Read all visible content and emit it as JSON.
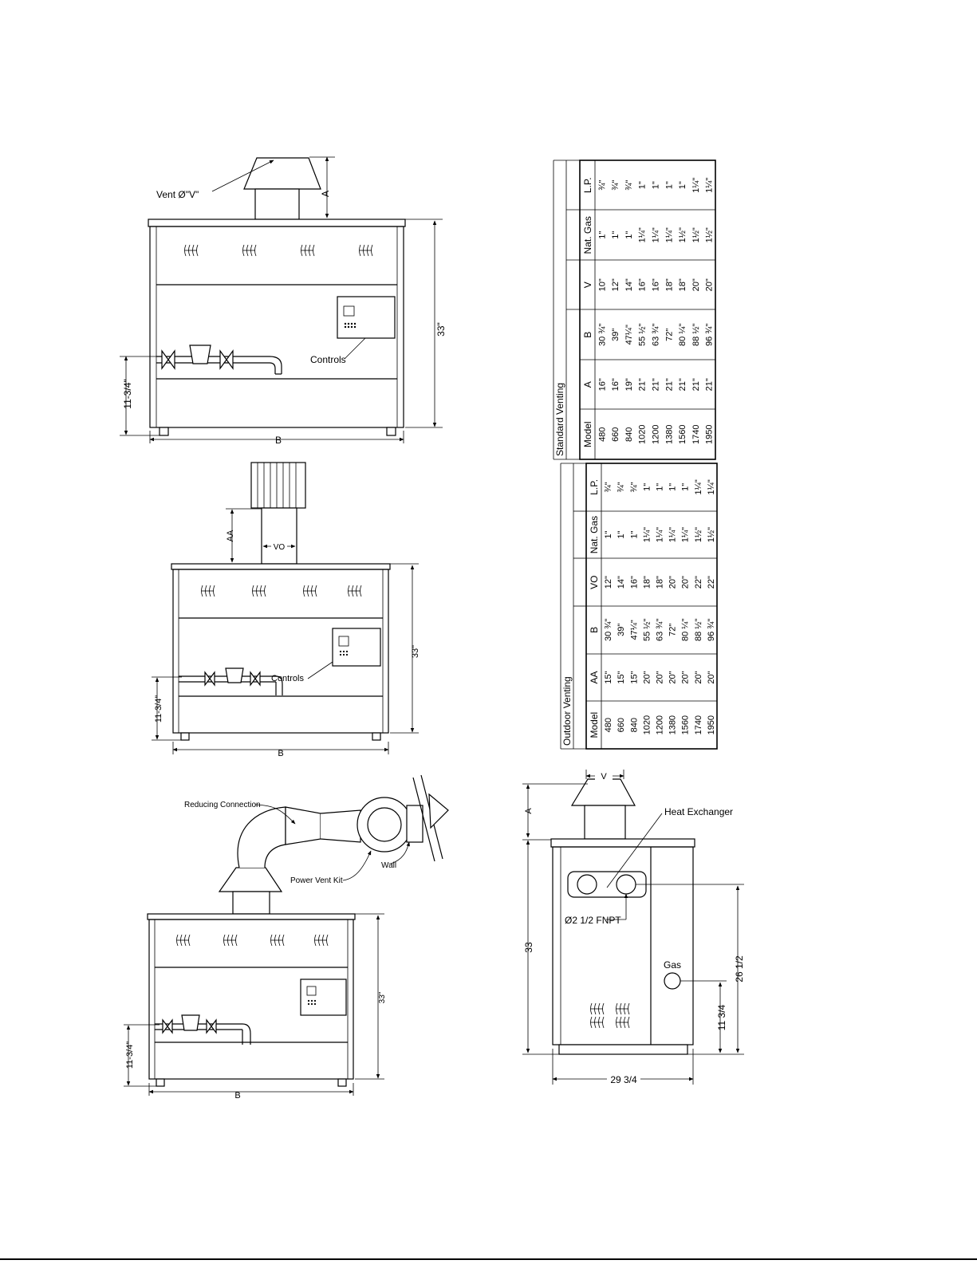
{
  "diagram1": {
    "vent_label": "Vent Ø\"V\"",
    "dim_a": "A",
    "dim_height": "33\"",
    "dim_gas": "11-3/4\"",
    "dim_b": "B",
    "controls": "Controls"
  },
  "diagram2": {
    "dim_aa": "AA",
    "dim_vo": "VO",
    "dim_height": "33\"",
    "dim_gas": "11-3/4\"",
    "dim_b": "B",
    "controls": "Controls"
  },
  "diagram3": {
    "reducing": "Reducing Connection",
    "power_vent": "Power Vent Kit",
    "wall": "Wall",
    "dim_height": "33\"",
    "dim_gas": "11-3/4\"",
    "dim_b": "B"
  },
  "diagram4": {
    "dim_v": "V",
    "dim_a": "A",
    "heat_exchanger": "Heat Exchanger",
    "connection": "Ø2 1/2 FNPT",
    "gas": "Gas",
    "dim_33": "33",
    "dim_26": "26 1/2",
    "dim_11": "11 3/4",
    "dim_width": "29 3/4"
  },
  "standard_table": {
    "title": "Standard Venting",
    "headers": [
      "Model",
      "A",
      "B",
      "V",
      "Nat. Gas",
      "L.P."
    ],
    "rows": [
      [
        "480",
        "16\"",
        "30 ¾\"",
        "10\"",
        "1\"",
        "¾\""
      ],
      [
        "660",
        "16\"",
        "39\"",
        "12\"",
        "1\"",
        "¾\""
      ],
      [
        "840",
        "19\"",
        "47¼\"",
        "14\"",
        "1\"",
        "¾\""
      ],
      [
        "1020",
        "21\"",
        "55 ½\"",
        "16\"",
        "1¼\"",
        "1\""
      ],
      [
        "1200",
        "21\"",
        "63 ¾\"",
        "16\"",
        "1¼\"",
        "1\""
      ],
      [
        "1380",
        "21\"",
        "72\"",
        "18\"",
        "1¼\"",
        "1\""
      ],
      [
        "1560",
        "21\"",
        "80 ¼\"",
        "18\"",
        "1½\"",
        "1\""
      ],
      [
        "1740",
        "21\"",
        "88 ½\"",
        "20\"",
        "1½\"",
        "1¼\""
      ],
      [
        "1950",
        "21\"",
        "96 ¾\"",
        "20\"",
        "1½\"",
        "1¼\""
      ]
    ]
  },
  "outdoor_table": {
    "title": "Outdoor Venting",
    "headers": [
      "Model",
      "AA",
      "B",
      "VO",
      "Nat. Gas",
      "L.P."
    ],
    "rows": [
      [
        "480",
        "15\"",
        "30 ¾\"",
        "12\"",
        "1\"",
        "¾\""
      ],
      [
        "660",
        "15\"",
        "39\"",
        "14\"",
        "1\"",
        "¾\""
      ],
      [
        "840",
        "15\"",
        "47¼\"",
        "16\"",
        "1\"",
        "¾\""
      ],
      [
        "1020",
        "20\"",
        "55 ½\"",
        "18\"",
        "1¼\"",
        "1\""
      ],
      [
        "1200",
        "20\"",
        "63 ¾\"",
        "18\"",
        "1¼\"",
        "1\""
      ],
      [
        "1380",
        "20\"",
        "72\"",
        "20\"",
        "1¼\"",
        "1\""
      ],
      [
        "1560",
        "20\"",
        "80 ¼\"",
        "20\"",
        "1¼\"",
        "1\""
      ],
      [
        "1740",
        "20\"",
        "88 ½\"",
        "22\"",
        "1½\"",
        "1¼\""
      ],
      [
        "1950",
        "20\"",
        "96 ¾\"",
        "22\"",
        "1½\"",
        "1¼\""
      ]
    ]
  }
}
